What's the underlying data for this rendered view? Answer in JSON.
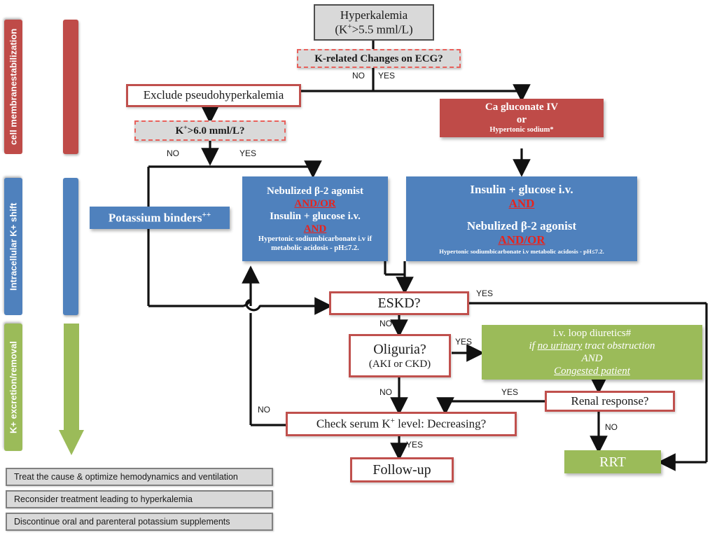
{
  "title": "Hyperkalemia management algorithm",
  "colors": {
    "red": "#bf4b48",
    "blue": "#4f81bd",
    "green": "#9bbb59",
    "gray": "#d9d9d9",
    "accent_red_text": "#e8231c",
    "border_red": "#c0504d"
  },
  "phases": [
    {
      "id": "phase-cell-membrane",
      "label": "cell membranestabilization",
      "color": "#bf4b48"
    },
    {
      "id": "phase-intracellular",
      "label": "Intracellular K+ shift",
      "color": "#4f81bd"
    },
    {
      "id": "phase-excretion",
      "label": "K+ excretion/removal",
      "color": "#9bbb59"
    }
  ],
  "nodes": {
    "hyperkalemia": {
      "line1": "Hyperkalemia",
      "line2": "(K",
      "line2_sup": "+",
      "line2_rest": ">5.5 mml/L)"
    },
    "ecg_changes": {
      "label": "K-related Changes on ECG?"
    },
    "exclude_pseudo": {
      "label": "Exclude  pseudohyperkalemia"
    },
    "k_threshold": {
      "label_a": "K",
      "label_sup": "+",
      "label_b": ">6.0 mml/L?"
    },
    "ca_gluconate": {
      "line1": "Ca gluconate IV",
      "line2": "or",
      "line3": "Hypertonic sodium*"
    },
    "potassium_binders": {
      "label": "Potassium binders",
      "marks": "++"
    },
    "shift_left": {
      "line1": "Nebulized β-2 agonist",
      "line2": "AND/OR",
      "line3": "Insulin + glucose i.v.",
      "line4": "AND",
      "line5": "Hypertonic sodiumbicarbonate i.v if",
      "line6": "metabolic acidosis - pH≤7.2."
    },
    "shift_right": {
      "line1": "Insulin + glucose i.v.",
      "line2": "AND",
      "line3": "Nebulized β-2 agonist",
      "line4": "AND/OR",
      "line5": "Hypertonic sodiumbicarbonate i.v metabolic acidosis - pH≤7.2."
    },
    "eskd": {
      "label": "ESKD?"
    },
    "oliguria": {
      "line1": "Oliguria?",
      "line2": "(AKI or CKD)"
    },
    "loop_diuretics": {
      "line1": "i.v. loop  diuretics#",
      "line2_a": "if ",
      "line2_b": "no urinary",
      "line2_c": " tract obstruction",
      "line3": "AND",
      "line4": "Congested patient"
    },
    "renal_response": {
      "label": "Renal response?"
    },
    "check_serum": {
      "label_a": "Check serum K",
      "label_sup": "+",
      "label_b": " level:  Decreasing?"
    },
    "followup": {
      "label": "Follow-up"
    },
    "rrt": {
      "label": "RRT"
    }
  },
  "edge_labels": [
    {
      "id": "ecg-no",
      "text": "NO"
    },
    {
      "id": "ecg-yes",
      "text": "YES"
    },
    {
      "id": "k-no",
      "text": "NO"
    },
    {
      "id": "k-yes",
      "text": "YES"
    },
    {
      "id": "eskd-yes",
      "text": "YES"
    },
    {
      "id": "eskd-no",
      "text": "NO"
    },
    {
      "id": "oliguria-yes",
      "text": "YES"
    },
    {
      "id": "oliguria-no",
      "text": "NO"
    },
    {
      "id": "renal-yes",
      "text": "YES"
    },
    {
      "id": "renal-no",
      "text": "NO"
    },
    {
      "id": "loop-back-no",
      "text": "NO"
    },
    {
      "id": "check-yes",
      "text": "YES"
    }
  ],
  "footer_notes": [
    "Treat the cause & optimize hemodynamics and ventilation",
    "Reconsider treatment  leading to hyperkalemia",
    "Discontinue oral and parenteral potassium supplements"
  ]
}
